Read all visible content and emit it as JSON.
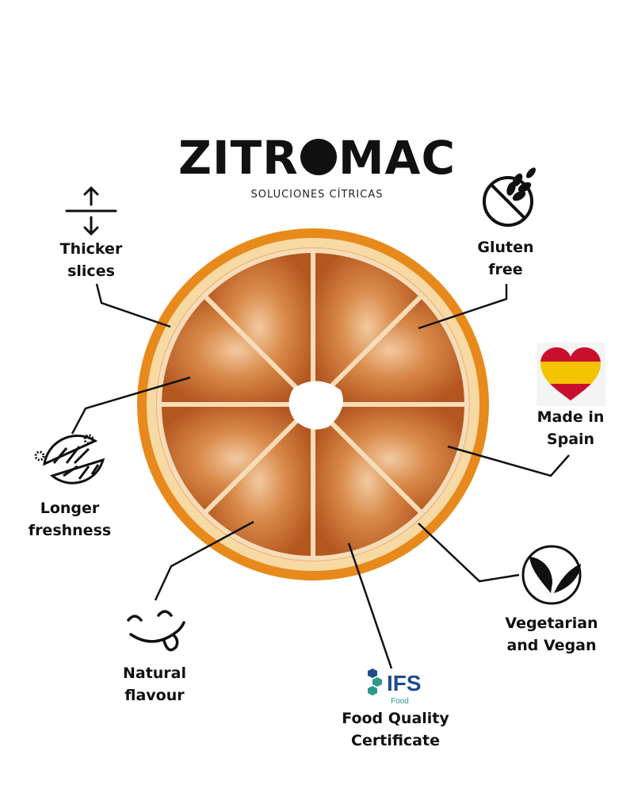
{
  "brand": {
    "name_part1": "ZITR",
    "name_part2": "MAC",
    "tagline": "SOLUCIONES CÍTRICAS"
  },
  "features": {
    "thicker": {
      "line1": "Thicker",
      "line2": "slices",
      "icon": "thickness-arrows-icon"
    },
    "gluten": {
      "line1": "Gluten",
      "line2": "free",
      "icon": "no-gluten-wheat-icon"
    },
    "spain": {
      "line1": "Made in",
      "line2": "Spain",
      "icon": "spain-flag-heart-icon"
    },
    "freshness": {
      "line1": "Longer",
      "line2": "freshness",
      "icon": "citrus-slice-icon"
    },
    "natural": {
      "line1": "Natural",
      "line2": "flavour",
      "icon": "tasty-face-icon"
    },
    "vegan": {
      "line1": "Vegetarian",
      "line2": "and Vegan",
      "icon": "vegan-leaves-icon"
    },
    "ifs": {
      "line1": "Food Quality",
      "line2": "Certificate",
      "icon": "ifs-food-logo",
      "logo_text": "IFS",
      "logo_sub": "Food"
    }
  },
  "colors": {
    "flag_red": "#c8102e",
    "flag_yellow": "#f4c300",
    "ifs_blue": "#1e4d8c",
    "ifs_teal": "#2a9a8e",
    "orange_rind": "#e58a1f",
    "orange_flesh": "#c46a2c"
  }
}
